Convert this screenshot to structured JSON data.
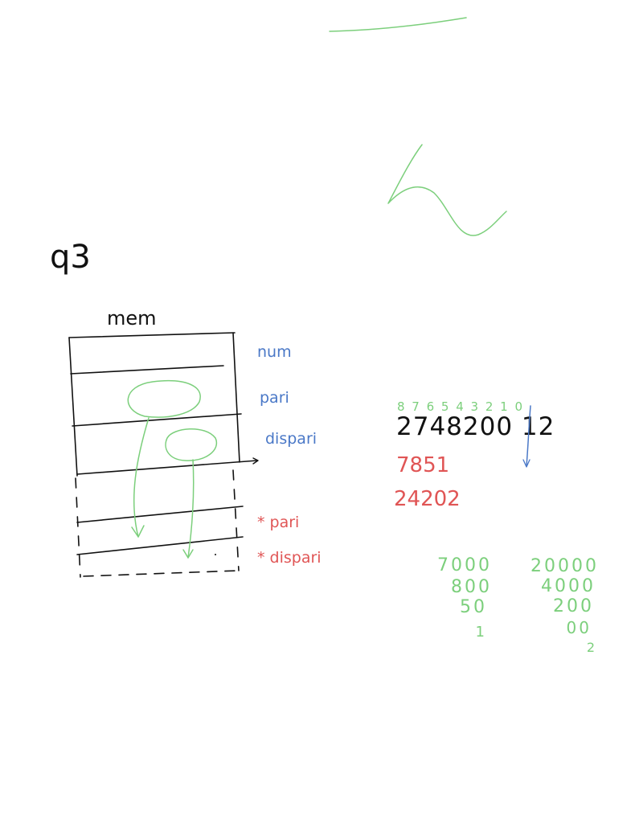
{
  "colors": {
    "background": "#ffffff",
    "ink_black": "#111111",
    "ink_blue": "#4a78c7",
    "ink_red": "#e05555",
    "ink_green": "#7ccf7c"
  },
  "whiteboard": {
    "section_label": "q3",
    "memory_title": "mem",
    "memory_labels": {
      "num": "num",
      "pari": "pari",
      "dispari": "dispari",
      "ptr_pari": "* pari",
      "ptr_dispari": "* dispari"
    },
    "digit_indices": "8 7 6 5 4 3 2 1 0",
    "number": "2748200 12",
    "red_results": {
      "odd_digits": "7851",
      "even_digits": "24202"
    },
    "green_breakdown": {
      "left_column": [
        "7000",
        "800",
        "50",
        "1"
      ],
      "right_column": [
        "20000",
        "4000",
        "200",
        "00",
        "2"
      ]
    }
  }
}
